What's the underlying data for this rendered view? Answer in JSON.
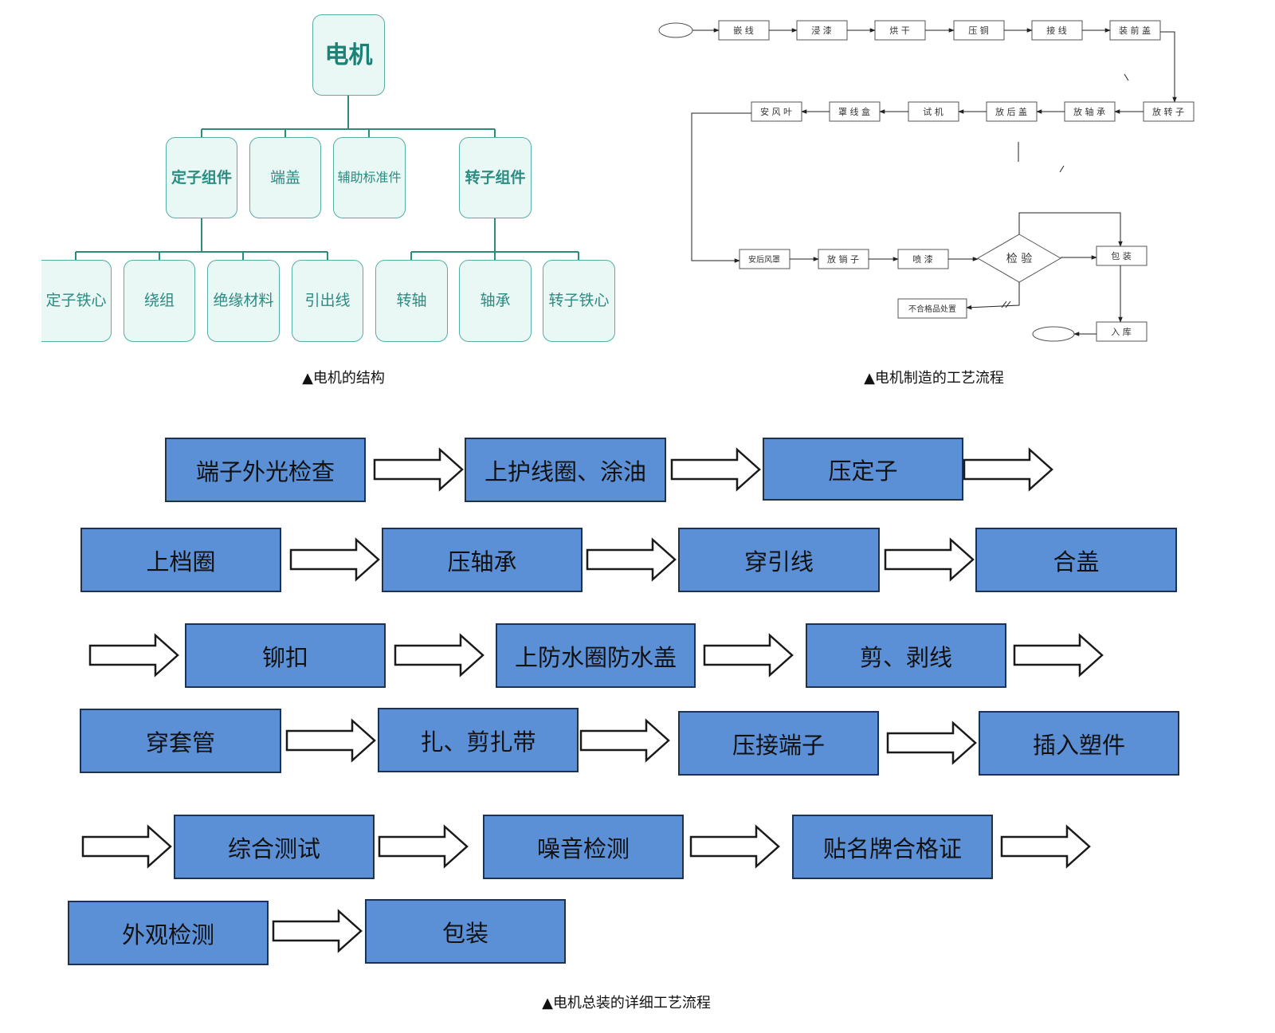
{
  "structure": {
    "root": "电机",
    "level1": [
      "定子组件",
      "端盖",
      "辅助标准件",
      "转子组件"
    ],
    "stator_parts": [
      "定子铁心",
      "绕组",
      "绝缘材料",
      "引出线"
    ],
    "rotor_parts": [
      "转轴",
      "轴承",
      "转子铁心"
    ],
    "caption": "▲电机的结构"
  },
  "process_flow": {
    "row1": [
      "嵌 线",
      "浸 漆",
      "烘 干",
      "压 铜",
      "接 线",
      "装 前 盖"
    ],
    "row2": [
      "放 转 子",
      "放 轴 承",
      "放 后 盖",
      "试 机",
      "罩 线 盒",
      "安 风 叶"
    ],
    "row3": [
      "安后风罩",
      "放 销 子",
      "喷 漆"
    ],
    "decision": "检 验",
    "pack": "包 装",
    "reject": "不合格品处置",
    "storage": "入 库",
    "caption": "▲电机制造的工艺流程"
  },
  "assembly": {
    "steps": [
      "端子外光检查",
      "上护线圈、涂油",
      "压定子",
      "上档圈",
      "压轴承",
      "穿引线",
      "合盖",
      "铆扣",
      "上防水圈防水盖",
      "剪、剥线",
      "穿套管",
      "扎、剪扎带",
      "压接端子",
      "插入塑件",
      "综合测试",
      "噪音检测",
      "贴名牌合格证",
      "外观检测",
      "包装"
    ],
    "caption": "▲电机总装的详细工艺流程",
    "box_color": "#5b8fd6",
    "border_color": "#1e3252"
  },
  "colors": {
    "tree_fill": "#e9f7f5",
    "tree_border": "#56aea4",
    "tree_line": "#2d8b7a",
    "tree_text": "#2b8c81"
  }
}
